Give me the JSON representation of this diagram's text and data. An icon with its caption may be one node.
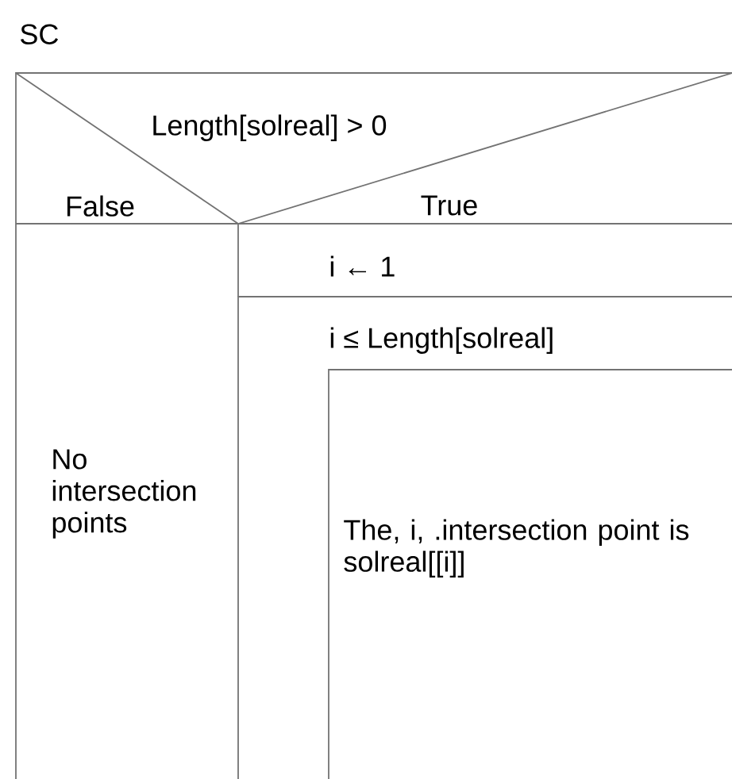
{
  "diagram": {
    "title": "SC",
    "nodes": [
      {
        "text": [
          "Length[solreal] > 0",
          "False",
          "True"
        ]
      },
      {
        "text": [
          "No intersection points"
        ]
      },
      {
        "text": [
          "i ← 1"
        ]
      },
      {
        "text": [
          "i ≤ Length[solreal]"
        ]
      },
      {
        "text": [
          "The, i, .intersection point is solreal[[i]]"
        ],
        "in": 3
      }
    ]
  }
}
